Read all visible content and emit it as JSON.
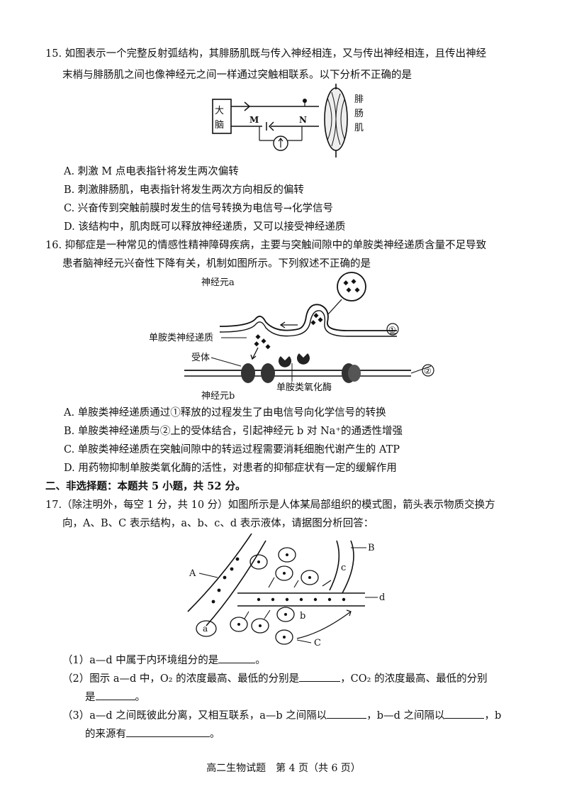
{
  "q15": {
    "stem_line1": "15. 如图表示一个完整反射弧结构，其腓肠肌既与传入神经相连，又与传出神经相连，且传出神经",
    "stem_line2": "末梢与腓肠肌之间也像神经元之间一样通过突触相联系。以下分析不正确的是",
    "figure": {
      "brain_label_1": "大",
      "brain_label_2": "脑",
      "label_m": "M",
      "label_n": "N",
      "muscle_label_1": "腓",
      "muscle_label_2": "肠",
      "muscle_label_3": "肌"
    },
    "options": [
      "A. 刺激 M 点电表指针将发生两次偏转",
      "B. 刺激腓肠肌，电表指针将发生两次方向相反的偏转",
      "C. 兴奋传到突触前膜时发生的信号转换为电信号→化学信号",
      "D. 该结构中，肌肉既可以释放神经递质，又可以接受神经递质"
    ]
  },
  "q16": {
    "stem_line1": "16. 抑郁症是一种常见的情感性精神障碍疾病，主要与突触间隙中的单胺类神经递质含量不足导致",
    "stem_line2": "患者脑神经元兴奋性下降有关，机制如图所示。下列叙述不正确的是",
    "figure": {
      "neuron_a": "神经元a",
      "transmitter": "单胺类神经递质",
      "receptor": "受体",
      "label_1": "①",
      "label_2": "②",
      "enzyme": "单胺类氧化酶",
      "neuron_b": "神经元b"
    },
    "options": [
      "A. 单胺类神经递质通过①释放的过程发生了由电信号向化学信号的转换",
      "B. 单胺类神经递质与②上的受体结合，引起神经元 b 对 Na⁺的通透性增强",
      "C. 单胺类神经递质在突触间隙中的转运过程需要消耗细胞代谢产生的 ATP",
      "D. 用药物抑制单胺类氧化酶的活性，对患者的抑郁症状有一定的缓解作用"
    ]
  },
  "section2": {
    "heading": "二、非选择题：本题共 5 小题，共 52 分。"
  },
  "q17": {
    "stem_line1": "17.（除注明外，每空 1 分，共 10 分）如图所示是人体某局部组织的模式图，箭头表示物质交换方",
    "stem_line2": "向，A、B、C 表示结构，a、b、c、d 表示液体，请据图分析回答：",
    "figure": {
      "label_A": "A",
      "label_B": "B",
      "label_C": "C",
      "label_a": "a",
      "label_b": "b",
      "label_c": "c",
      "label_d": "d"
    },
    "sub1": "（1）a—d 中属于内环境组分的是",
    "sub1_end": "。",
    "sub2_part1": "（2）图示 a—d 中，O₂ 的浓度最高、最低的分别是",
    "sub2_part2": "，CO₂ 的浓度最高、最低的分别",
    "sub2_line2": "是",
    "sub2_end": "。",
    "sub3_part1": "（3）a—d 之间既彼此分离，又相互联系，a—b 之间隔以",
    "sub3_part2": "，b—d 之间隔以",
    "sub3_part3": "，b",
    "sub3_line2": "的来源有",
    "sub3_end": "。"
  },
  "footer": "高二生物试题　第 4 页（共 6 页）"
}
